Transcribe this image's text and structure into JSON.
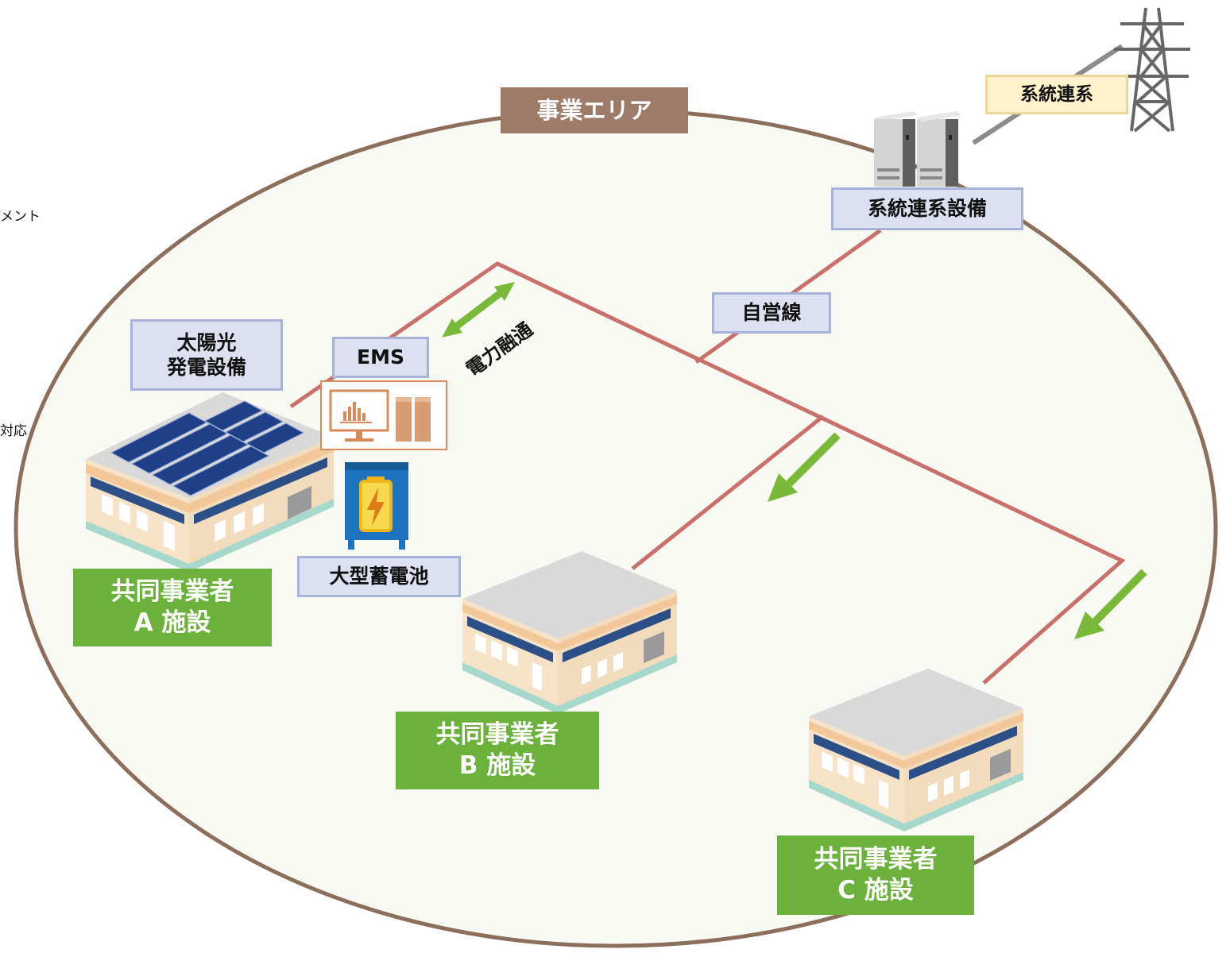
{
  "area_label": "事業エリア",
  "grid_connection_label": "系統連系",
  "grid_equipment_label": "系統連系設備",
  "private_line_label": "自営線",
  "power_sharing_label": "電力融通",
  "ems_label": "EMS",
  "solar_label": {
    "line1": "太陽光",
    "line2": "発電設備"
  },
  "battery_label": "大型蓄電池",
  "facility_a": {
    "line1": "共同事業者",
    "line2": "A 施設"
  },
  "facility_b": {
    "line1": "共同事業者",
    "line2": "B 施設"
  },
  "facility_c": {
    "line1": "共同事業者",
    "line2": "C 施設"
  },
  "side_text_1": "メント",
  "side_text_2": "対応",
  "colors": {
    "area_border": "#8b6e5c",
    "area_fill": "#f7f9f2",
    "line": "#c8706b",
    "arrow": "#7ab83a",
    "facility_label": "#6bb13c"
  }
}
